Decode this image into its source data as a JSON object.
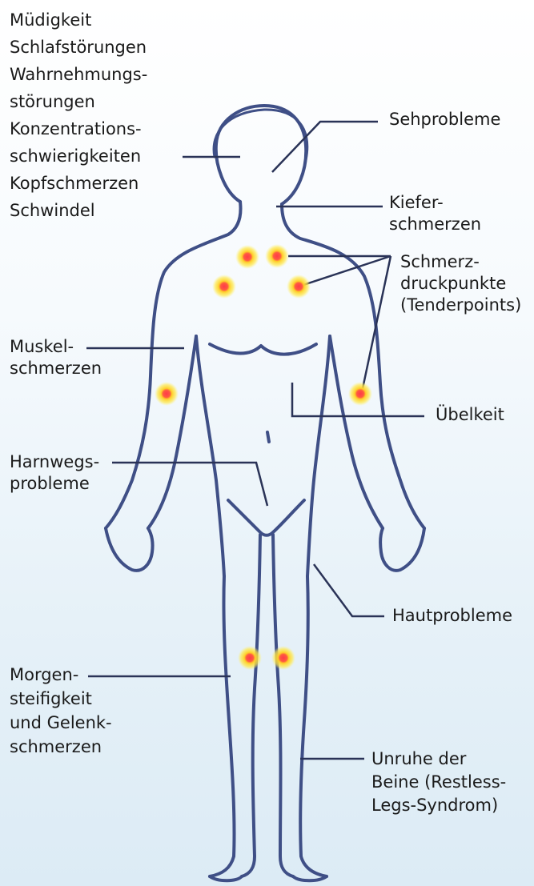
{
  "top_left_symptoms": [
    "Müdigkeit",
    "Schlafstörungen",
    "Wahrnehmungs-",
    "störungen",
    "Konzentrations-",
    "schwierigkeiten",
    "Kopfschmerzen",
    "Schwindel"
  ],
  "labels": {
    "sehprobleme": [
      "Sehprobleme"
    ],
    "kieferschmerzen": [
      "Kiefer-",
      "schmerzen"
    ],
    "tenderpoints": [
      "Schmerz-",
      "druckpunkte",
      "(Tenderpoints)"
    ],
    "muskelschmerzen": [
      "Muskel-",
      "schmerzen"
    ],
    "uebelkeit": [
      "Übelkeit"
    ],
    "harnwegsprobleme": [
      "Harnwegs-",
      "probleme"
    ],
    "hautprobleme": [
      "Hautprobleme"
    ],
    "morgensteifigkeit": [
      "Morgen-",
      "steifigkeit",
      "und Gelenk-",
      "schmerzen"
    ],
    "restless_legs": [
      "Unruhe der",
      "Beine (Restless-",
      "Legs-Syndrom)"
    ]
  },
  "colors": {
    "outline": "#3f4f86",
    "leader_line": "#2a3357",
    "point_core": "#e4203c",
    "point_glow": "#ffe23a"
  }
}
